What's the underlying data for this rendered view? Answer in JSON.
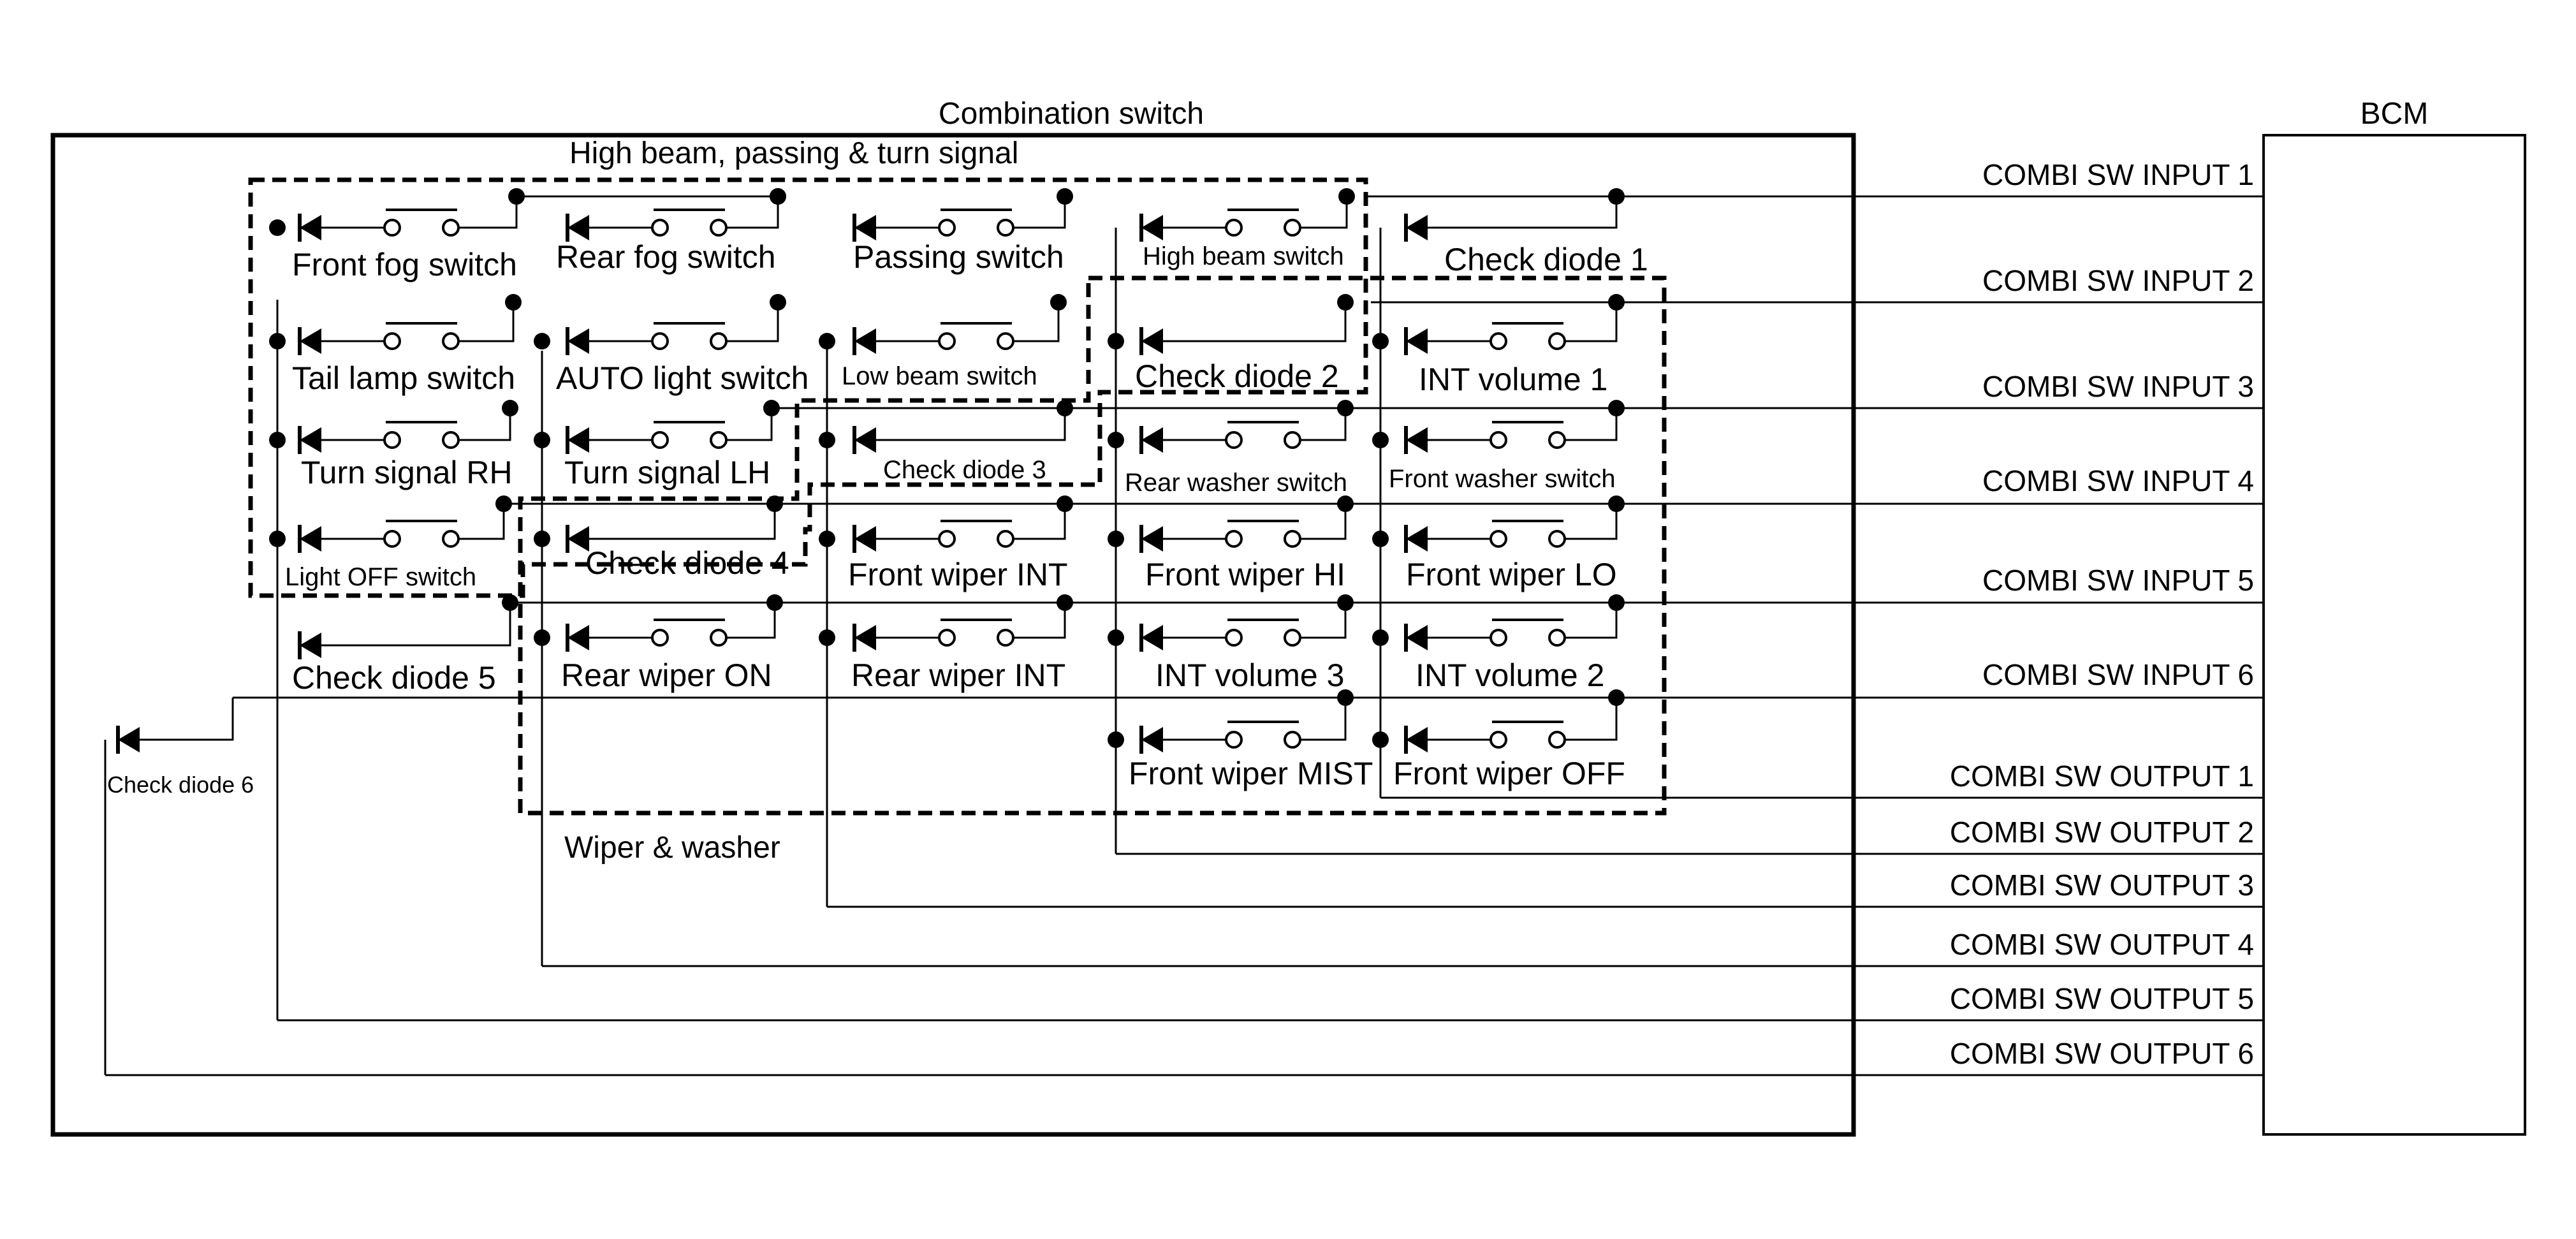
{
  "diagram": {
    "combination_switch_title": "Combination switch",
    "bcm_title": "BCM",
    "group_high_beam": "High beam, passing & turn signal",
    "group_wiper": "Wiper & washer",
    "signals": [
      "COMBI SW INPUT 1",
      "COMBI SW INPUT 2",
      "COMBI SW INPUT 3",
      "COMBI SW INPUT 4",
      "COMBI SW INPUT 5",
      "COMBI SW INPUT 6",
      "COMBI SW OUTPUT 1",
      "COMBI SW OUTPUT 2",
      "COMBI SW OUTPUT 3",
      "COMBI SW OUTPUT 4",
      "COMBI SW OUTPUT 5",
      "COMBI SW OUTPUT 6"
    ],
    "switches": {
      "front_fog": "Front fog switch",
      "rear_fog": "Rear fog switch",
      "passing": "Passing switch",
      "high_beam": "High beam switch",
      "check_diode_1": "Check diode 1",
      "tail_lamp": "Tail lamp switch",
      "auto_light": "AUTO light switch",
      "low_beam": "Low beam switch",
      "check_diode_2": "Check diode 2",
      "int_volume_1": "INT volume 1",
      "turn_signal_rh": "Turn signal RH",
      "turn_signal_lh": "Turn signal LH",
      "check_diode_3": "Check diode 3",
      "rear_washer": "Rear washer switch",
      "front_washer": "Front washer switch",
      "light_off": "Light OFF switch",
      "check_diode_4": "Check diode 4",
      "front_wiper_int": "Front wiper INT",
      "front_wiper_hi": "Front wiper HI",
      "front_wiper_lo": "Front wiper LO",
      "check_diode_5": "Check diode 5",
      "rear_wiper_on": "Rear wiper ON",
      "rear_wiper_int": "Rear wiper INT",
      "int_volume_3": "INT volume 3",
      "int_volume_2": "INT volume 2",
      "check_diode_6": "Check diode 6",
      "front_wiper_mist": "Front wiper MIST",
      "front_wiper_off": "Front wiper OFF"
    }
  }
}
